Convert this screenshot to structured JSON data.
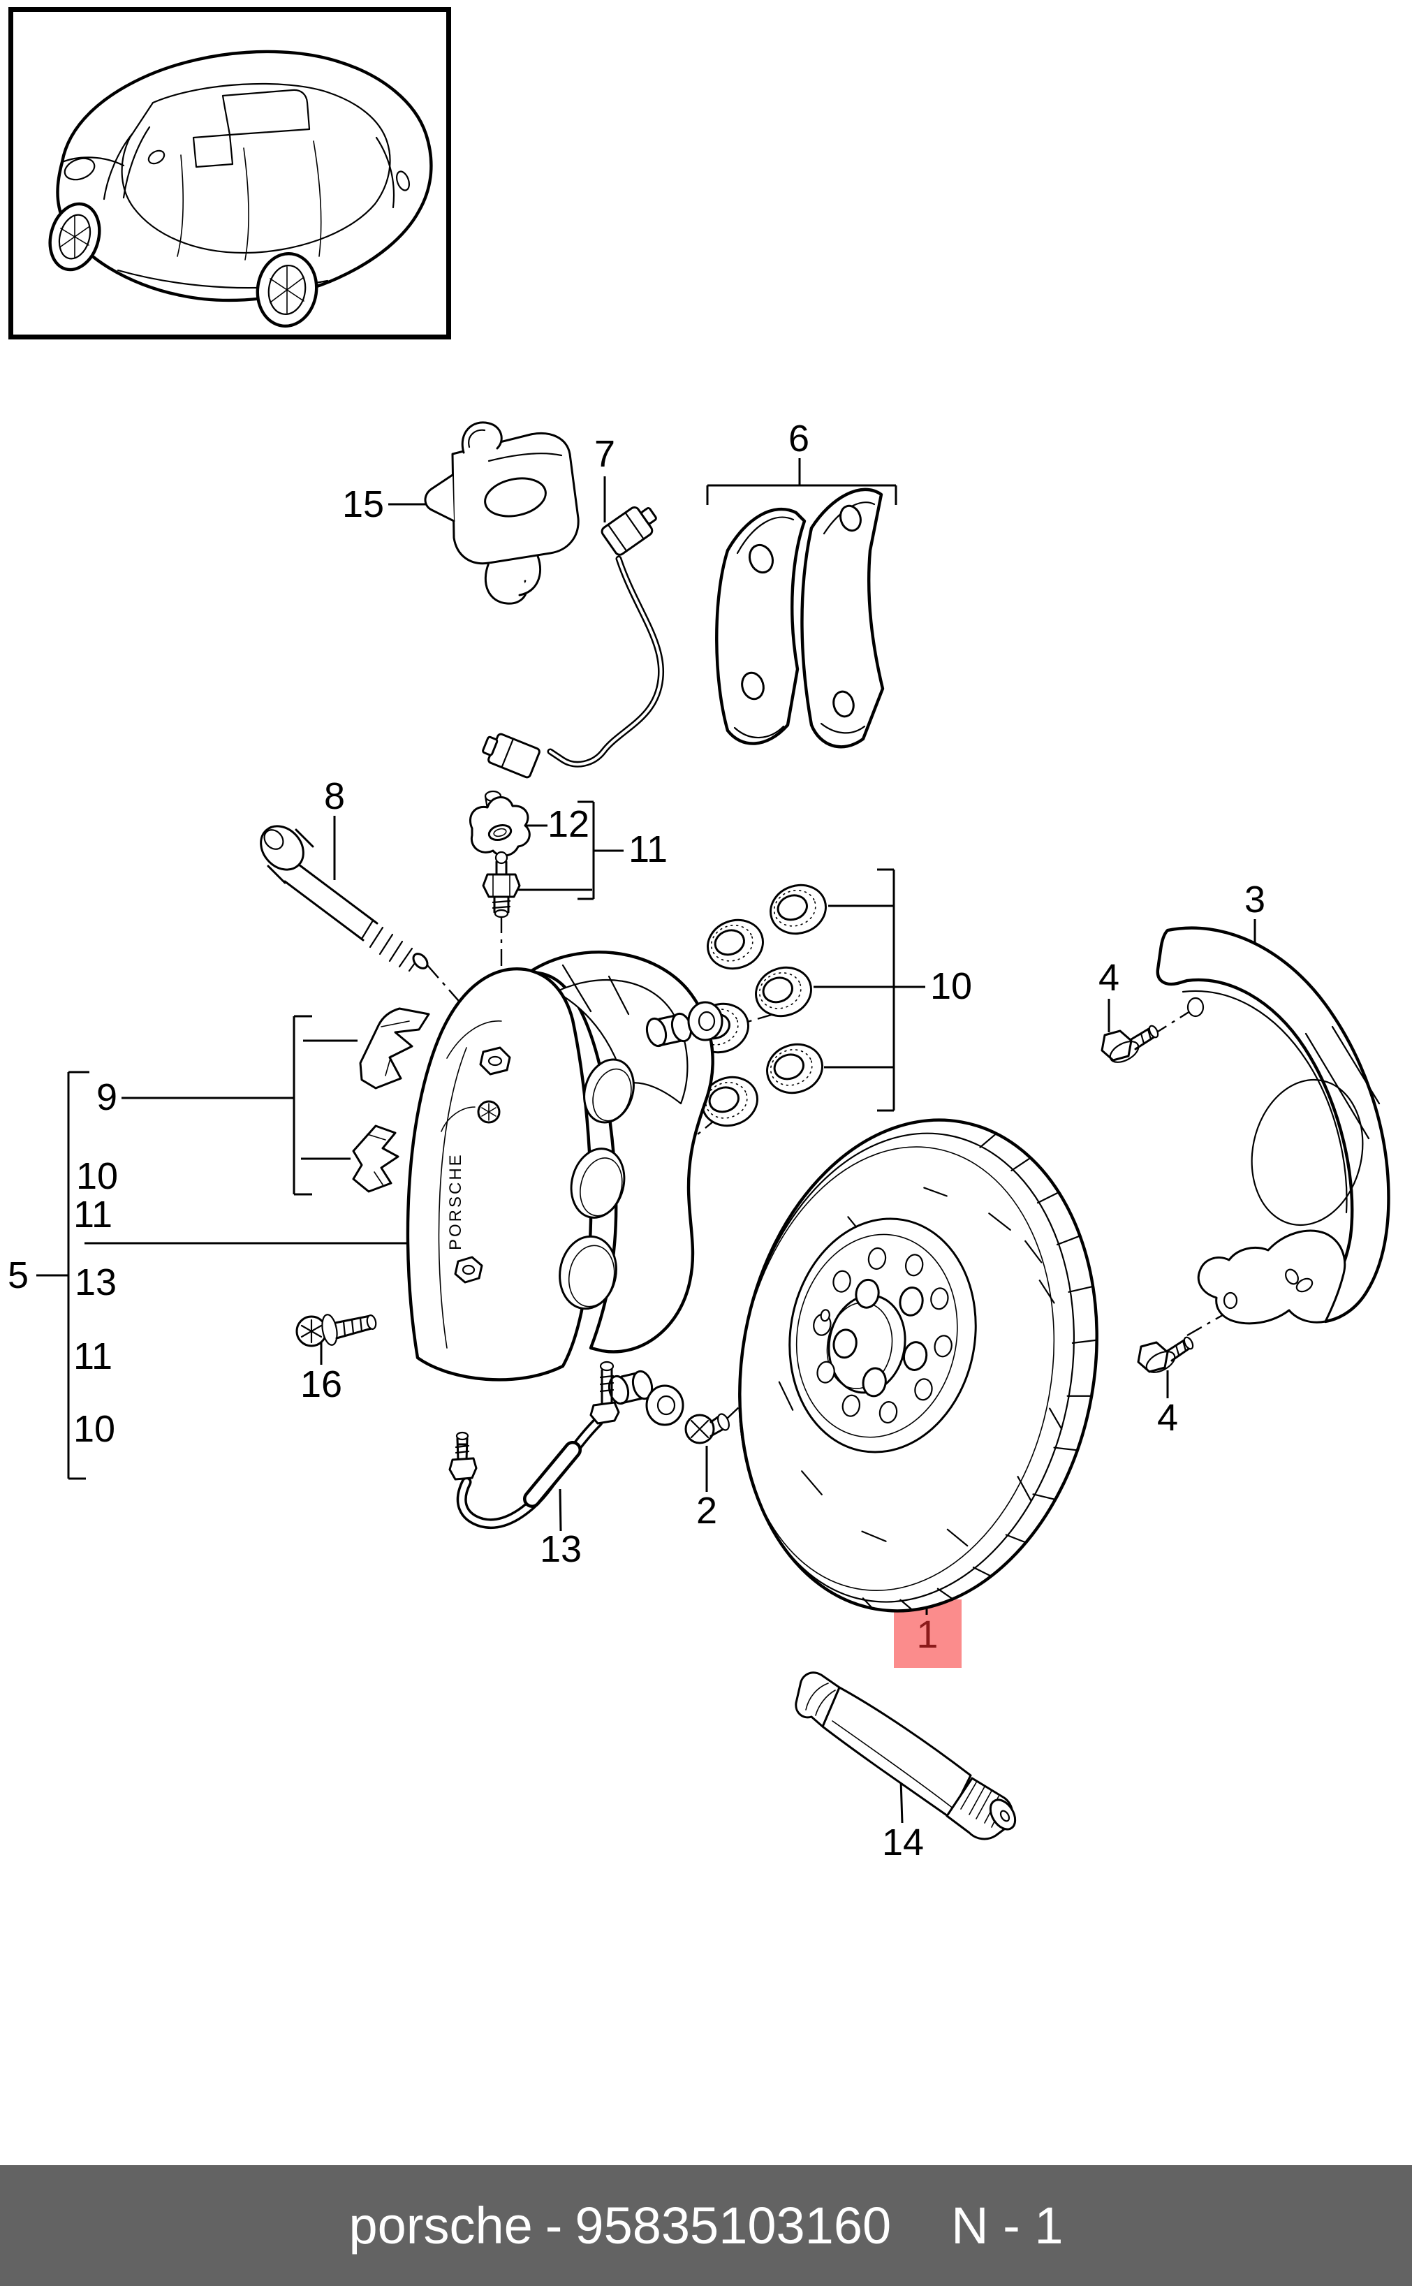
{
  "diagram": {
    "caliper_logo": "PORSCHE"
  },
  "labels": [
    {
      "part": "15",
      "text": "15"
    },
    {
      "part": "7",
      "text": "7"
    },
    {
      "part": "6",
      "text": "6"
    },
    {
      "part": "8",
      "text": "8"
    },
    {
      "part": "12",
      "text": "12"
    },
    {
      "part": "11",
      "text": "11"
    },
    {
      "part": "10",
      "text": "10"
    },
    {
      "part": "3",
      "text": "3"
    },
    {
      "part": "4",
      "text": "4"
    },
    {
      "part": "9",
      "text": "9"
    },
    {
      "part": "10",
      "text": "10"
    },
    {
      "part": "11",
      "text": "11"
    },
    {
      "part": "5",
      "text": "5"
    },
    {
      "part": "13",
      "text": "13"
    },
    {
      "part": "11",
      "text": "11"
    },
    {
      "part": "10",
      "text": "10"
    },
    {
      "part": "16",
      "text": "16"
    },
    {
      "part": "13",
      "text": "13"
    },
    {
      "part": "2",
      "text": "2"
    },
    {
      "part": "4",
      "text": "4"
    },
    {
      "part": "1",
      "text": "1",
      "highlighted": true
    },
    {
      "part": "14",
      "text": "14"
    }
  ],
  "footer": {
    "brand": "porsche",
    "separator": "-",
    "part_number": "95835103160",
    "page_ref": "N - 1"
  },
  "colors": {
    "highlight_box": "#FB8C8C",
    "highlight_text": "#8B1A1A",
    "footer_bg": "#636363",
    "footer_text": "#FFFFFF",
    "line": "#000000"
  }
}
